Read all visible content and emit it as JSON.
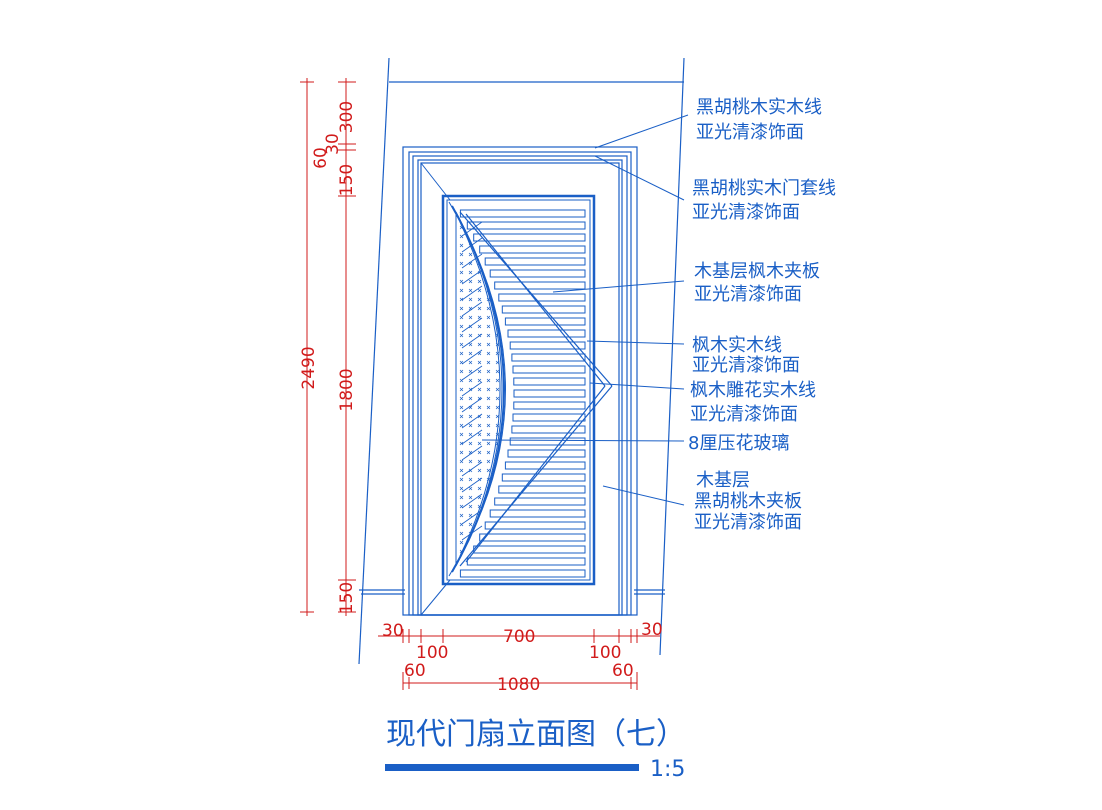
{
  "title": "现代门扇立面图（七）",
  "scale": "1:5",
  "colors": {
    "line": "#1a5fc6",
    "dimension": "#d11b1b",
    "background": "#ffffff"
  },
  "annotations": [
    {
      "line1": "黑胡桃木实木线",
      "line2": "亚光清漆饰面"
    },
    {
      "line1": "黑胡桃实木门套线",
      "line2": "亚光清漆饰面"
    },
    {
      "line1": "木基层枫木夹板",
      "line2": "亚光清漆饰面"
    },
    {
      "line1": "枫木实木线",
      "line2": "亚光清漆饰面"
    },
    {
      "line1": "枫木雕花实木线",
      "line2": "亚光清漆饰面"
    },
    {
      "line1": "8厘压花玻璃",
      "line2": ""
    },
    {
      "line1": "木基层",
      "line2": "黑胡桃木夹板",
      "line3": "亚光清漆饰面"
    }
  ],
  "dimensions": {
    "overall_height": "2490",
    "left_top": "60",
    "top_300": "300",
    "top_30": "30",
    "top_150": "150",
    "middle_1800": "1800",
    "bottom_150": "150",
    "bottom_30_left": "30",
    "bottom_100_left": "100",
    "bottom_700": "700",
    "bottom_100_right": "100",
    "bottom_30_right": "30",
    "bottom_60_left": "60",
    "overall_width": "1080",
    "bottom_60_right": "60"
  }
}
